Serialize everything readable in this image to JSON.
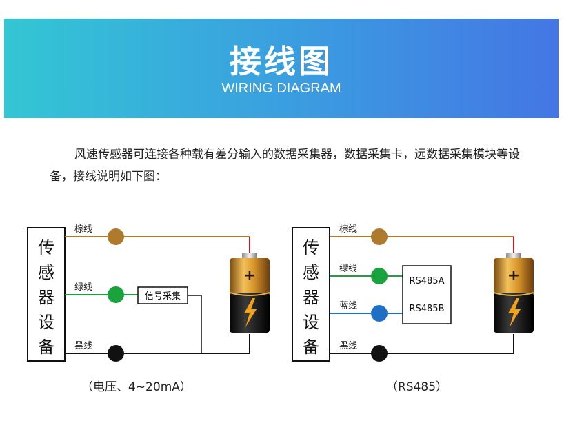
{
  "header": {
    "title": "接线图",
    "subtitle": "WIRING DIAGRAM"
  },
  "intro_text": "风速传感器可连接各种载有差分输入的数据采集器，数据采集卡，远数据采集模块等设备，接线说明如下图：",
  "diagram_left": {
    "device_label": "传感器设备",
    "wires": [
      {
        "label": "棕线",
        "color": "#b07a2e"
      },
      {
        "label": "绿线",
        "color": "#1aa23c"
      },
      {
        "label": "黑线",
        "color": "#111111"
      }
    ],
    "collector_label": "信号采集",
    "caption": "（电压、4~20mA）"
  },
  "diagram_right": {
    "device_label": "传感器设备",
    "wires": [
      {
        "label": "棕线",
        "color": "#b07a2e"
      },
      {
        "label": "绿线",
        "color": "#1aa23c"
      },
      {
        "label": "蓝线",
        "color": "#1f6fc4"
      },
      {
        "label": "黑线",
        "color": "#111111"
      }
    ],
    "rs485_a": "RS485A",
    "rs485_b": "RS485B",
    "caption": "（RS485）"
  }
}
